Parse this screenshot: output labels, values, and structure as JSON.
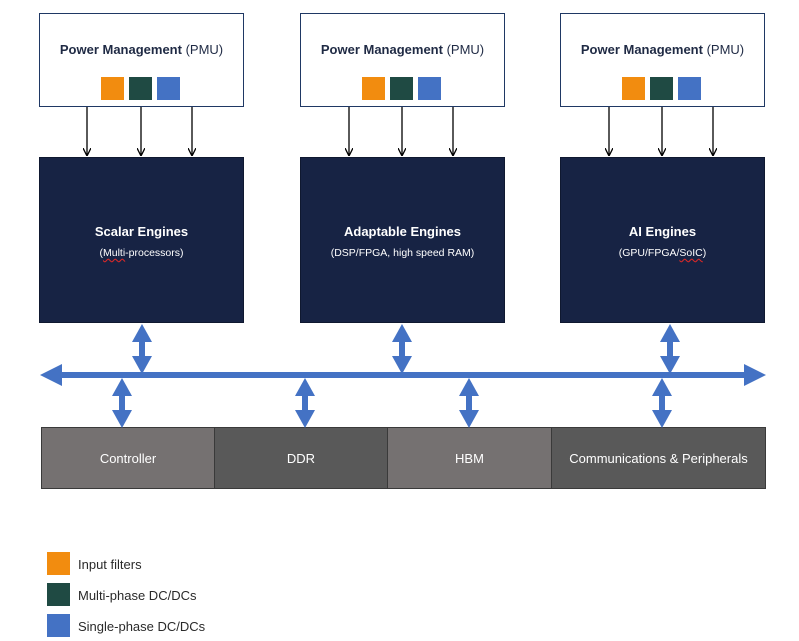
{
  "pmus": [
    {
      "title_bold": "Power Management",
      "title_rest": " (PMU)"
    },
    {
      "title_bold": "Power Management",
      "title_rest": " (PMU)"
    },
    {
      "title_bold": "Power Management",
      "title_rest": " (PMU)"
    }
  ],
  "engines": [
    {
      "title": "Scalar Engines",
      "subtitle_pre": "(",
      "subtitle_flag": "Multi",
      "subtitle_post": "-processors)"
    },
    {
      "title": "Adaptable Engines",
      "subtitle_pre": "(DSP/FPGA, high speed RAM)",
      "subtitle_flag": "",
      "subtitle_post": ""
    },
    {
      "title": "AI Engines",
      "subtitle_pre": "(GPU/FPGA/",
      "subtitle_flag": "SoIC",
      "subtitle_post": ")"
    }
  ],
  "memory_blocks": [
    {
      "label": "Controller",
      "color": "#757171"
    },
    {
      "label": "DDR",
      "color": "#595959"
    },
    {
      "label": "HBM",
      "color": "#757171"
    },
    {
      "label": "Communications & Peripherals",
      "color": "#595959"
    }
  ],
  "legend": [
    {
      "label": "Input filters",
      "color": "#f28c0f"
    },
    {
      "label": "Multi-phase DC/DCs",
      "color": "#1f4a43"
    },
    {
      "label": "Single-phase DC/DCs",
      "color": "#4472c4"
    }
  ],
  "colors": {
    "bus": "#4472c4",
    "engine_bg": "#172344"
  }
}
